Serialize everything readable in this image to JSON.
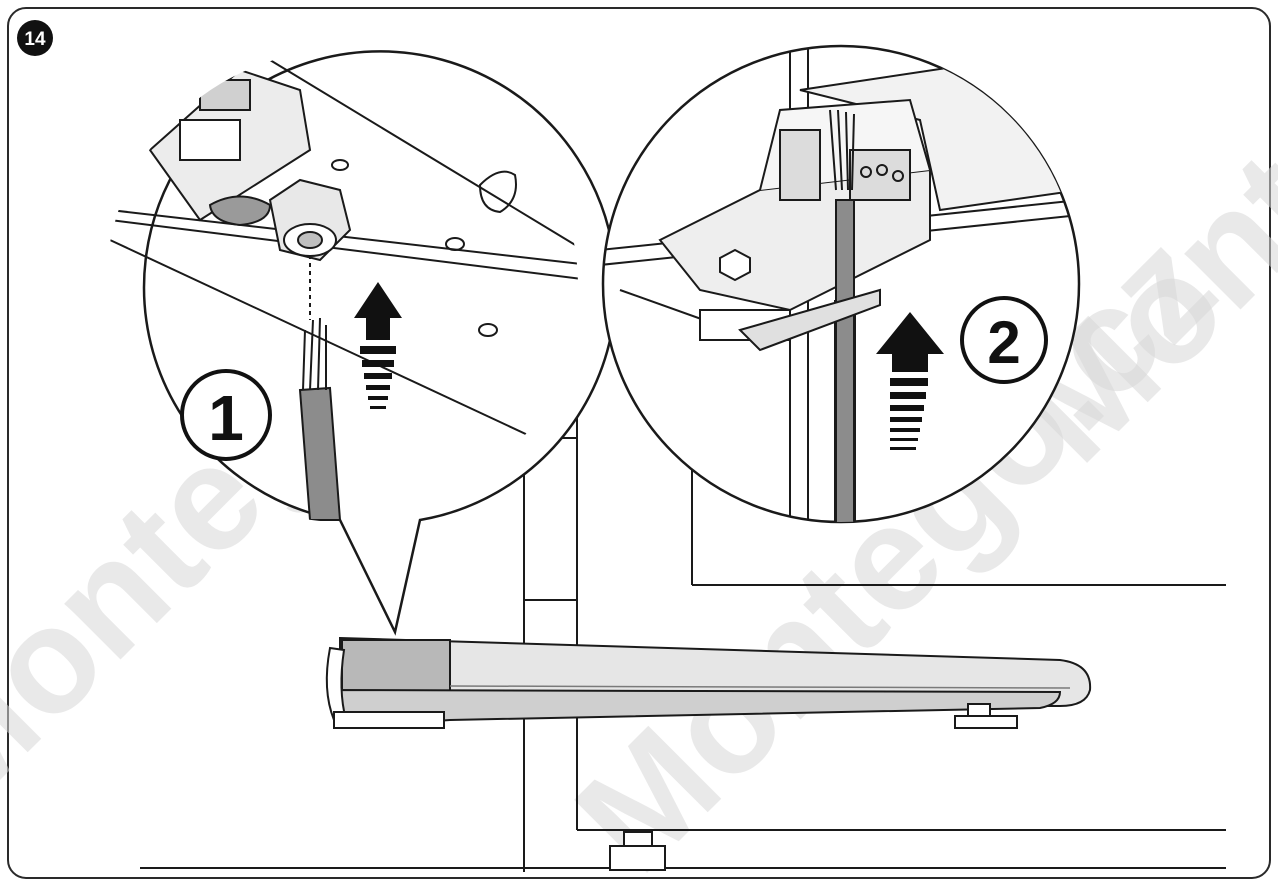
{
  "figure": {
    "number": "14",
    "step1": "1",
    "step2": "2"
  },
  "watermark": {
    "text": "Montego.cz"
  },
  "colors": {
    "line": "#1a1a1a",
    "motor_fill": "#d9d9d9",
    "motor_dark": "#9a9a9a",
    "cable": "#8c8c8c",
    "badge": "#111111",
    "watermark": "#d8d8d8"
  }
}
